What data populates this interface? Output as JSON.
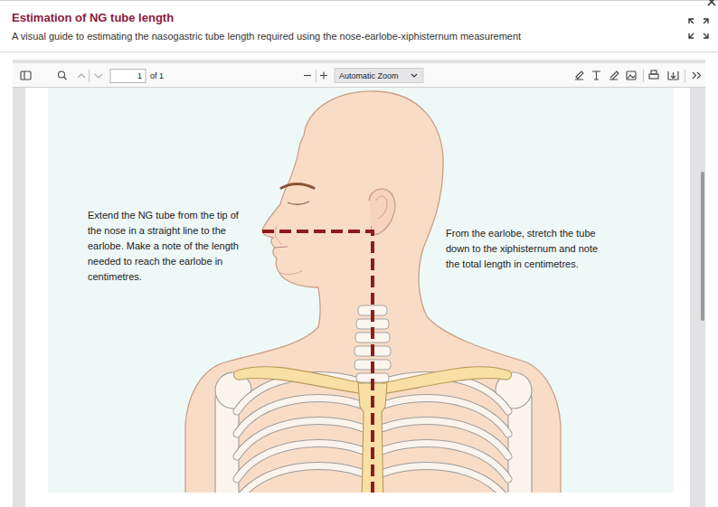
{
  "diagram": {
    "title": "Estimation of NG tube length",
    "caption": "A visual guide to estimating the nasogastric tube length required using the nose-earlobe-xiphisternum measurement",
    "labels": [
      "1",
      "of 1",
      "Automatic Zoom",
      "Extend the NG tube from the tip of the nose in a straight line to the earlobe. Make a note of the length needed to reach the earlobe in centimetres.",
      "From the earlobe, stretch the tube down to the xiphisternum and note the total length in centimetres."
    ]
  }
}
